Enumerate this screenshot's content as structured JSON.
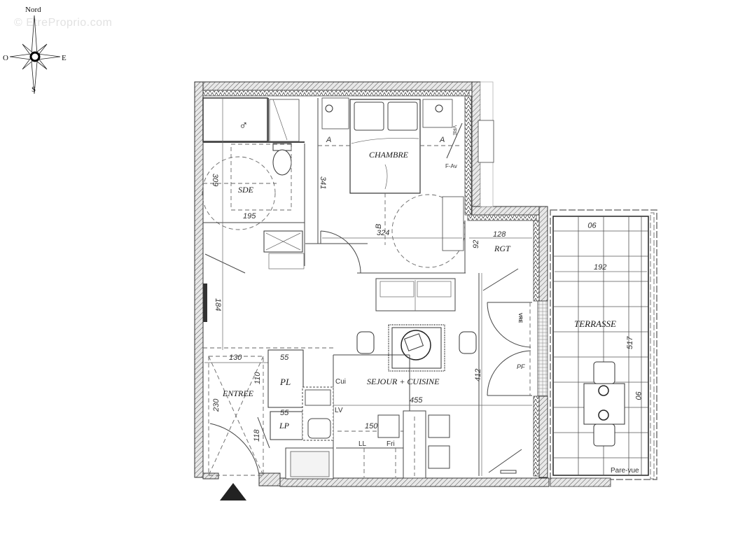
{
  "watermark": "© EtreProprio.com",
  "compass": {
    "north": "Nord",
    "south": "S",
    "east": "E",
    "west": "O"
  },
  "rooms": {
    "sde": "SDE",
    "chambre": "CHAMBRE",
    "rgt": "RGT",
    "terrasse": "TERRASSE",
    "entree": "ENTREE",
    "pl": "PL",
    "lp": "LP",
    "sejour": "SEJOUR + CUISINE"
  },
  "annotations": {
    "a1": "A",
    "a2": "A",
    "b": "B",
    "f_av": "F-Av",
    "vre1": "VRE",
    "vre2": "VRE",
    "pf": "PF",
    "cui": "Cui",
    "lv": "LV",
    "ll": "LL",
    "fri": "Fri",
    "pare_vue": "Pare-vue"
  },
  "dimensions": {
    "sde_height": "309",
    "sde_width": "195",
    "chambre_height": "341",
    "chambre_width": "324",
    "rgt_width": "128",
    "rgt_height": "92",
    "hall_height": "184",
    "entree_width": "130",
    "entree_height": "230",
    "pl_width": "55",
    "pl_height": "110",
    "lp_width": "55",
    "lp_height": "118",
    "sejour_width": "455",
    "sejour_height": "412",
    "kitchen_width": "150",
    "terrasse_width": "192",
    "terrasse_height": "517",
    "terrasse_top": "90",
    "terrasse_side": "90"
  },
  "entrance_marker": "triangle-up"
}
